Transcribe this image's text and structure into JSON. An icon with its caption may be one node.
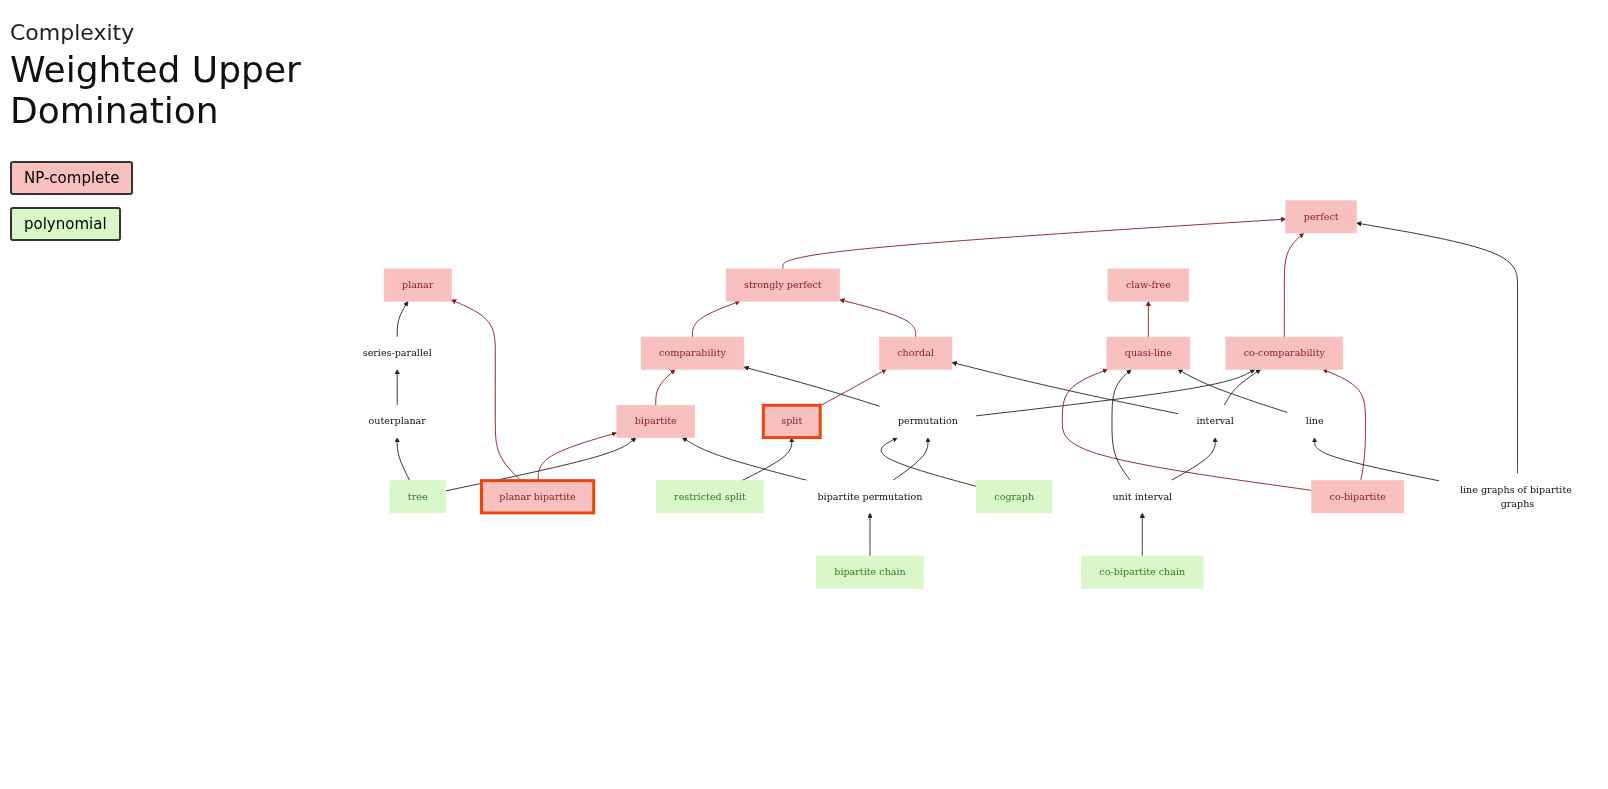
{
  "diagram": {
    "title": "Weighted Upper Domination",
    "nodes": [
      {
        "text": [
          "perfect"
        ]
      },
      {
        "text": [
          "claw-free"
        ]
      },
      {
        "text": [
          "strongly perfect"
        ]
      },
      {
        "text": [
          "planar"
        ]
      },
      {
        "text": [
          "comparability"
        ]
      },
      {
        "text": [
          "chordal"
        ]
      },
      {
        "text": [
          "co-comparability"
        ]
      },
      {
        "text": [
          "quasi-line"
        ]
      },
      {
        "text": [
          "bipartite"
        ]
      },
      {
        "text": [
          "split"
        ]
      },
      {
        "text": [
          "series-parallel"
        ]
      },
      {
        "text": [
          "co-bipartite"
        ]
      },
      {
        "text": [
          "line"
        ]
      },
      {
        "text": [
          "planar bipartite"
        ]
      },
      {
        "text": [
          "permutation"
        ]
      },
      {
        "text": [
          "interval"
        ]
      },
      {
        "text": [
          "outerplanar"
        ]
      },
      {
        "text": [
          "bipartite permutation"
        ]
      },
      {
        "text": [
          "unit interval"
        ]
      },
      {
        "text": [
          "line graphs of bipartite graphs"
        ]
      },
      {
        "text": [
          "tree"
        ]
      },
      {
        "text": [
          "cograph"
        ]
      },
      {
        "text": [
          "restricted split"
        ]
      },
      {
        "text": [
          "bipartite chain"
        ]
      },
      {
        "text": [
          "co-bipartite chain"
        ]
      }
    ],
    "edges": [
      {
        "from": 2,
        "to": 0,
        "arrow": "to",
        "color": "#8b1a1a"
      },
      {
        "from": 6,
        "to": 0,
        "arrow": "to",
        "color": "#8b1a1a"
      },
      {
        "from": 19,
        "to": 0,
        "arrow": "to"
      },
      {
        "from": 4,
        "to": 2,
        "arrow": "to",
        "color": "#8b1a1a"
      },
      {
        "from": 5,
        "to": 2,
        "arrow": "to",
        "color": "#8b1a1a"
      },
      {
        "from": 7,
        "to": 1,
        "arrow": "to",
        "color": "#8b1a1a"
      },
      {
        "from": 10,
        "to": 3,
        "arrow": "to"
      },
      {
        "from": 13,
        "to": 3,
        "arrow": "to",
        "color": "#8b1a1a"
      },
      {
        "from": 8,
        "to": 4,
        "arrow": "to",
        "color": "#8b1a1a"
      },
      {
        "from": 14,
        "to": 4,
        "arrow": "to"
      },
      {
        "from": 9,
        "to": 5,
        "arrow": "to",
        "color": "#8b1a1a"
      },
      {
        "from": 15,
        "to": 5,
        "arrow": "to"
      },
      {
        "from": 14,
        "to": 6,
        "arrow": "to"
      },
      {
        "from": 15,
        "to": 6,
        "arrow": "to"
      },
      {
        "from": 11,
        "to": 6,
        "arrow": "to",
        "color": "#8b1a1a"
      },
      {
        "from": 11,
        "to": 7,
        "arrow": "to",
        "color": "#8b1a1a"
      },
      {
        "from": 18,
        "to": 7,
        "arrow": "to"
      },
      {
        "from": 12,
        "to": 7,
        "arrow": "to"
      },
      {
        "from": 13,
        "to": 8,
        "arrow": "to",
        "color": "#8b1a1a"
      },
      {
        "from": 20,
        "to": 8,
        "arrow": "to"
      },
      {
        "from": 17,
        "to": 8,
        "arrow": "to"
      },
      {
        "from": 22,
        "to": 9,
        "arrow": "to"
      },
      {
        "from": 16,
        "to": 10,
        "arrow": "to"
      },
      {
        "from": 19,
        "to": 12,
        "arrow": "to"
      },
      {
        "from": 21,
        "to": 14,
        "arrow": "to"
      },
      {
        "from": 17,
        "to": 14,
        "arrow": "to"
      },
      {
        "from": 18,
        "to": 15,
        "arrow": "to"
      },
      {
        "from": 20,
        "to": 16,
        "arrow": "to"
      },
      {
        "from": 24,
        "to": 18,
        "arrow": "to"
      },
      {
        "from": 23,
        "to": 17,
        "arrow": "to"
      }
    ],
    "labels": [
      "Complexity",
      "NP-complete",
      "polynomial"
    ]
  }
}
